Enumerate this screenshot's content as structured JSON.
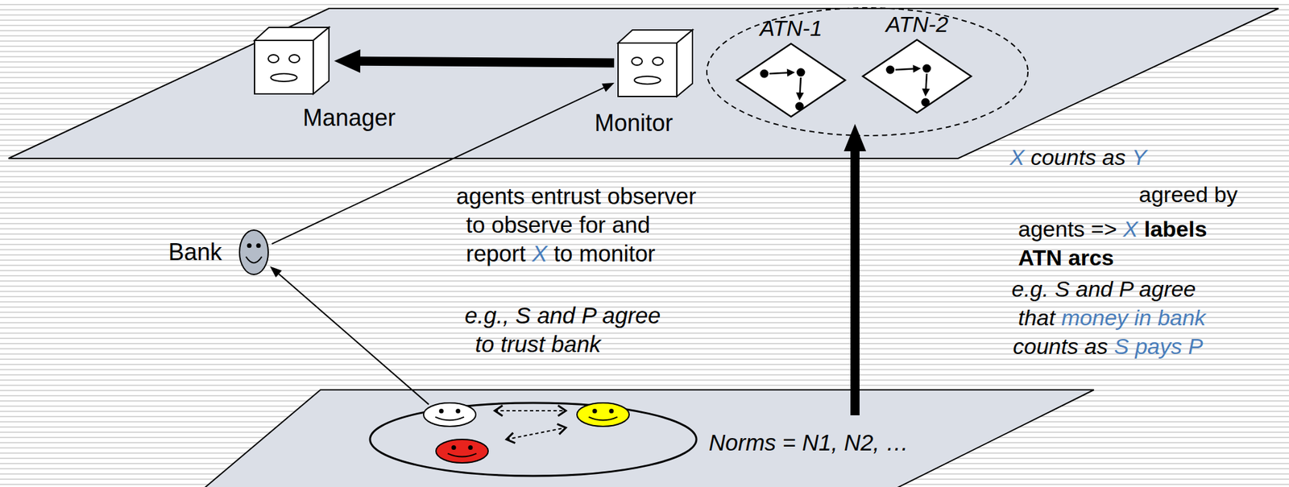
{
  "diagram": {
    "nodes": [
      {
        "text": [
          "Manager"
        ]
      },
      {
        "text": [
          "Monitor"
        ]
      },
      {
        "text": [
          "ATN-1"
        ]
      },
      {
        "text": [
          "ATN-2"
        ]
      },
      {
        "text": [
          "Bank"
        ]
      },
      {
        "text": [
          "Norms = N1, N2, …"
        ]
      }
    ],
    "edges": [
      {
        "from": 1,
        "to": 0,
        "arrow": "to"
      },
      {
        "from": 4,
        "to": 1,
        "arrow": "to"
      },
      {
        "from": 5,
        "to": 4,
        "arrow": "to"
      }
    ],
    "labels": [
      "agents entrust observer",
      "to observe for and",
      "report",
      "X",
      "to monitor",
      "e.g., S and P agree",
      "to trust bank",
      "X",
      "counts as",
      "Y",
      "agreed by",
      "agents =>",
      "X",
      "labels",
      "ATN arcs",
      "e.g. S and P agree",
      "that",
      "money in bank",
      "counts as",
      "S pays P"
    ]
  }
}
